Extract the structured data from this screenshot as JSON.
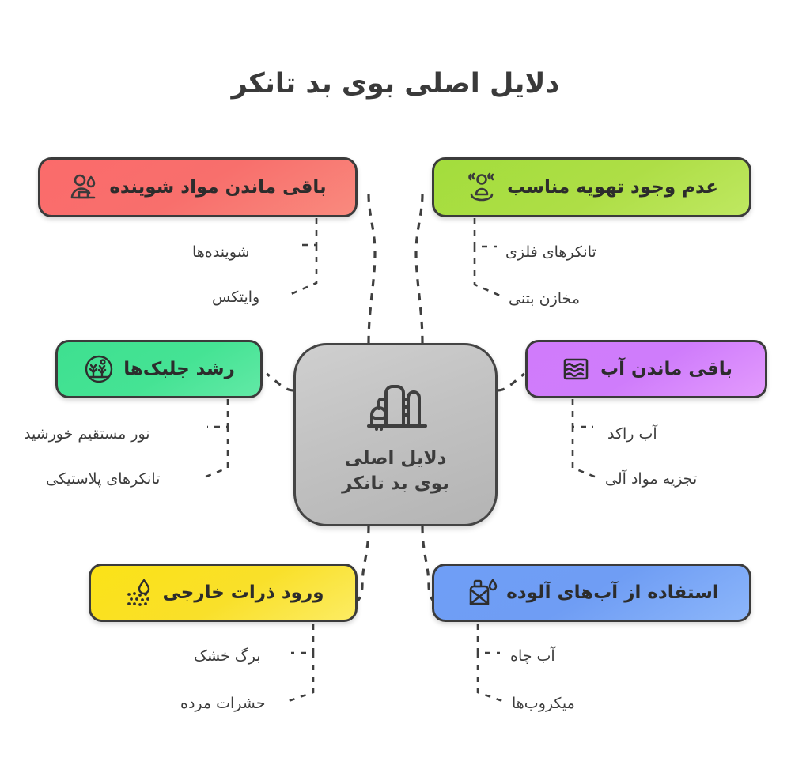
{
  "title": "دلایل اصلی بوی بد تانکر",
  "center": {
    "icon": "industrial-plant-icon",
    "line1": "دلایل اصلی",
    "line2": "بوی بد تانکر"
  },
  "colors": {
    "background": "#ffffff",
    "title": "#3a3a3a",
    "center_fill": "#c5c5c5",
    "center_stroke": "#444444",
    "connector": "#3f3f3f",
    "detergent": "#f86f6c",
    "ventilation": "#aede46",
    "algae": "#45e394",
    "water": "#cf7cfb",
    "particles": "#f9e02a",
    "polluted": "#6f9df4"
  },
  "branches": [
    {
      "id": "detergent",
      "label": "باقی ماندن مواد شوینده",
      "icon": "person-cleaning-icon",
      "color": "#f86f6c",
      "subs": [
        "شوینده‌ها",
        "وایتکس"
      ]
    },
    {
      "id": "ventilation",
      "label": "عدم وجود تهویه مناسب",
      "icon": "person-odor-ventilation-icon",
      "color": "#aede46",
      "subs": [
        "تانکرهای فلزی",
        "مخازن بتنی"
      ]
    },
    {
      "id": "algae",
      "label": "رشد جلبک‌ها",
      "icon": "algae-growth-icon",
      "color": "#45e394",
      "subs": [
        "نور مستقیم خورشید",
        "تانکرهای پلاستیکی"
      ]
    },
    {
      "id": "water",
      "label": "باقی ماندن آب",
      "icon": "water-basin-icon",
      "color": "#cf7cfb",
      "subs": [
        "آب راکد",
        "تجزیه مواد آلی"
      ]
    },
    {
      "id": "particles",
      "label": "ورود ذرات خارجی",
      "icon": "dust-particles-droplet-icon",
      "color": "#f9e02a",
      "subs": [
        "برگ خشک",
        "حشرات مرده"
      ]
    },
    {
      "id": "polluted",
      "label": "استفاده از آب‌های آلوده",
      "icon": "contaminated-jerrycan-icon",
      "color": "#6f9df4",
      "subs": [
        "آب چاه",
        "میکروب‌ها"
      ]
    }
  ]
}
